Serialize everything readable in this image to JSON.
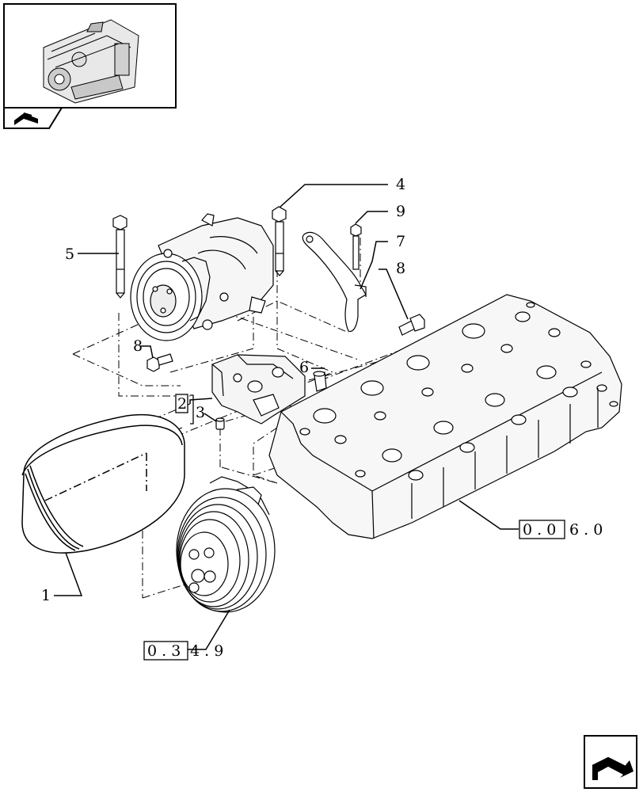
{
  "callouts": {
    "c1": "1",
    "c2": "2",
    "c3": "3",
    "c4": "4",
    "c5": "5",
    "c6": "6",
    "c7": "7",
    "c8a": "8",
    "c8b": "8",
    "c9": "9"
  },
  "references": {
    "ref_034": {
      "boxed": "0 . 3",
      "rest": "4 . 9"
    },
    "ref_006": {
      "boxed": "0 . 0",
      "rest": "6 . 0"
    }
  },
  "nav": {
    "top_icon": "book-nav-icon",
    "bottom_icon": "next-page-arrow-icon"
  },
  "colors": {
    "line": "#000000",
    "background": "#ffffff"
  }
}
